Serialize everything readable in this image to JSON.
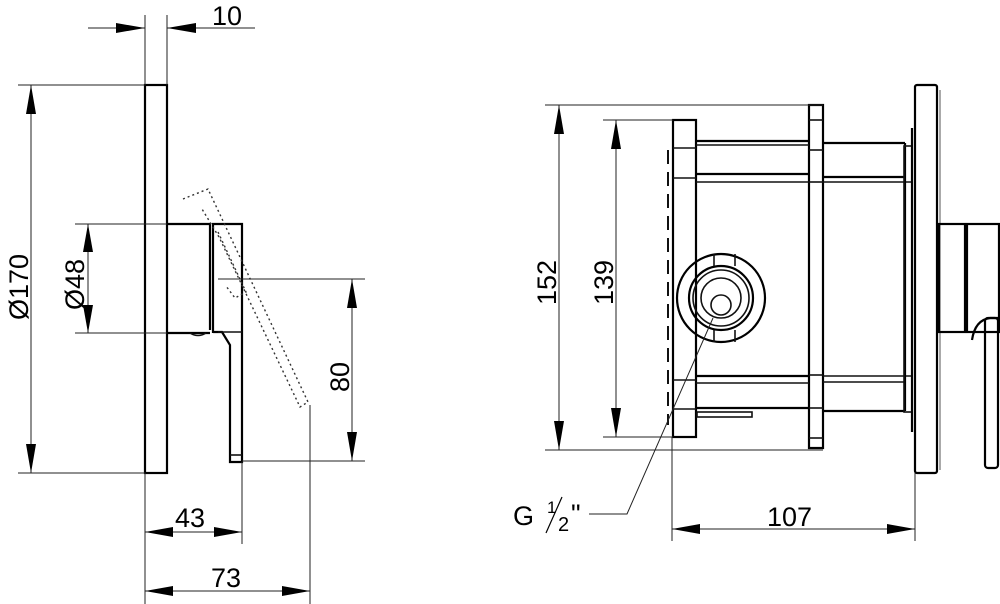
{
  "drawing": {
    "type": "technical-dimension-drawing",
    "views": [
      {
        "name": "side-view",
        "dimensions": {
          "plate_thickness": "10",
          "plate_diameter": "Ø170",
          "body_diameter": "Ø48",
          "handle_height": "80",
          "depth_to_handle": "43",
          "depth_to_handle_open": "73"
        }
      },
      {
        "name": "box-view",
        "dimensions": {
          "outer_height": "152",
          "inner_height": "139",
          "box_depth": "107",
          "connection_thread": "G",
          "connection_fraction_num": "1",
          "connection_fraction_den": "2",
          "connection_inch": "\""
        }
      }
    ],
    "colors": {
      "line": "#000000",
      "background": "#ffffff"
    }
  }
}
